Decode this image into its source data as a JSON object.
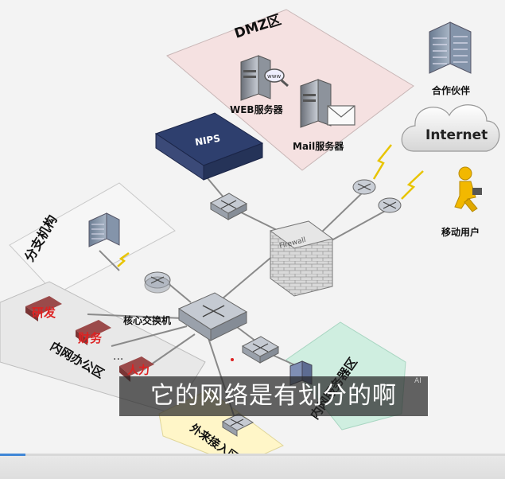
{
  "zones": {
    "dmz": "DMZ区",
    "branch": "分支机构",
    "office": "内网办公区",
    "server": "内网服务器区",
    "guest": "外来接入区"
  },
  "devices": {
    "web_server": "WEB服务器",
    "mail_server": "Mail服务器",
    "nips": "NIPS",
    "firewall": "Firewall",
    "core_switch": "核心交换机",
    "partner": "合作伙伴",
    "internet": "Internet",
    "mobile_user": "移动用户"
  },
  "departments": {
    "rnd": "研发",
    "finance": "财务",
    "hr": "人力",
    "ellipsis": "..."
  },
  "subtitle": {
    "text": "它的网络是有划分的啊",
    "ai_tag": "AI"
  },
  "video": {
    "progress_percent": 5
  },
  "colors": {
    "dmz_fill": "#f5e1e1",
    "office_fill": "#e8e8e8",
    "server_fill": "#cfeee0",
    "guest_fill": "#fff6c8",
    "nips_blue": "#2e3f6e",
    "red_text": "#dd2222",
    "progress_blue": "#3f86d6"
  }
}
